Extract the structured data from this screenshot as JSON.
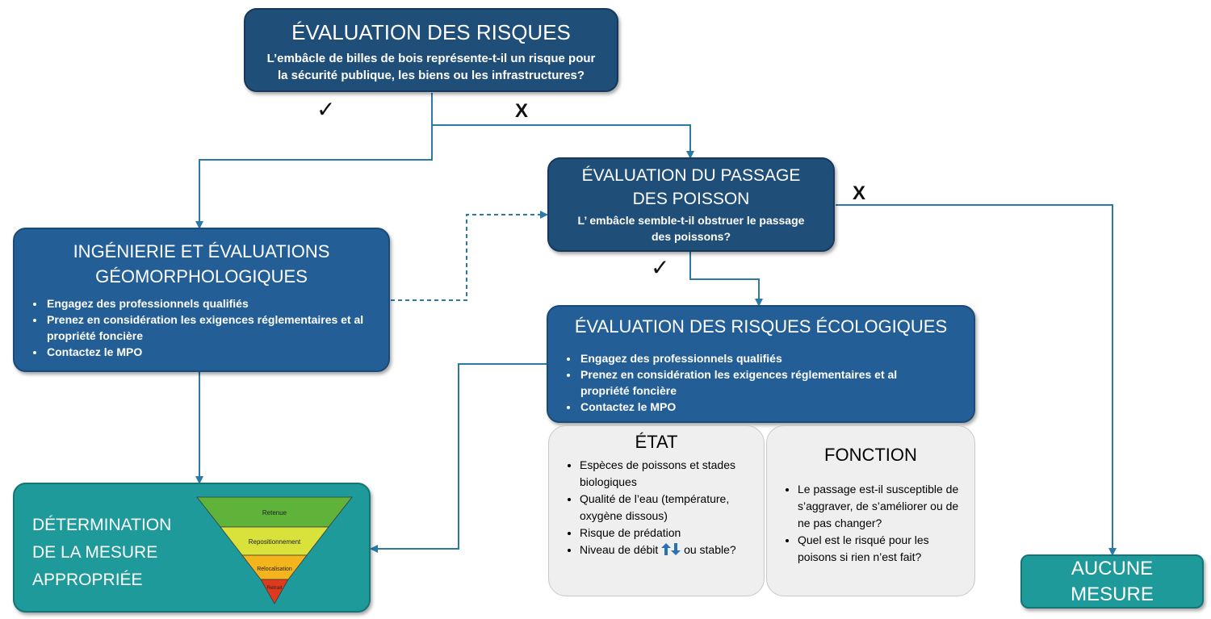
{
  "risk_eval": {
    "title": "ÉVALUATION DES RISQUES",
    "question_line1": "L’embâcle de billes de bois représente-t-il un risque pour",
    "question_line2": "la sécurité publique, les biens ou les infrastructures?"
  },
  "fish_passage": {
    "title_line1": "ÉVALUATION DU PASSAGE",
    "title_line2": "DES POISSON",
    "question_line1": "L’ embâcle semble-t-il obstruer le passage",
    "question_line2": "des poissons?"
  },
  "engineering": {
    "title_line1": "INGÉNIERIE ET ÉVALUATIONS",
    "title_line2": "GÉOMORPHOLOGIQUES",
    "bullets": [
      "Engagez des professionnels qualifiés",
      "Prenez en considération les exigences réglementaires et al propriété foncière",
      "Contactez le MPO"
    ]
  },
  "eco_risk": {
    "title": "ÉVALUATION DES RISQUES ÉCOLOGIQUES",
    "bullets": [
      "Engagez des professionnels qualifiés",
      "Prenez en considération les exigences réglementaires et al propriété foncière",
      "Contactez le MPO"
    ]
  },
  "state": {
    "title": "ÉTAT",
    "bullets": [
      "Espèces de poissons et stades biologiques",
      "Qualité de l’eau (température, oxygène dissous)",
      "Risque de prédation"
    ],
    "flow_prefix": "Niveau de débit",
    "flow_suffix": "ou stable?"
  },
  "function": {
    "title": "FONCTION",
    "bullets": [
      "Le passage est-il susceptible de s’aggraver, de s’améliorer ou de ne pas changer?",
      "Quel est le risqué pour les poisons si rien n’est fait?"
    ]
  },
  "determination": {
    "title_line1": "DÉTERMINATION",
    "title_line2": "DE LA MESURE",
    "title_line3": "APPROPRIÉE",
    "pyramid": [
      {
        "label": "Retenue",
        "color": "#5fb33a"
      },
      {
        "label": "Repositionnement",
        "color": "#d8e23a"
      },
      {
        "label": "Relocalisation",
        "color": "#f4b41c"
      },
      {
        "label": "Retrait",
        "color": "#e03a1e"
      }
    ]
  },
  "no_action": {
    "title_line1": "AUCUNE",
    "title_line2": "MESURE"
  },
  "marks": {
    "yes": "✓",
    "no": "X"
  },
  "colors": {
    "connector": "#2a7aa8",
    "navy": "#1f4e79",
    "blue": "#235f96",
    "teal": "#1e9a9b"
  }
}
